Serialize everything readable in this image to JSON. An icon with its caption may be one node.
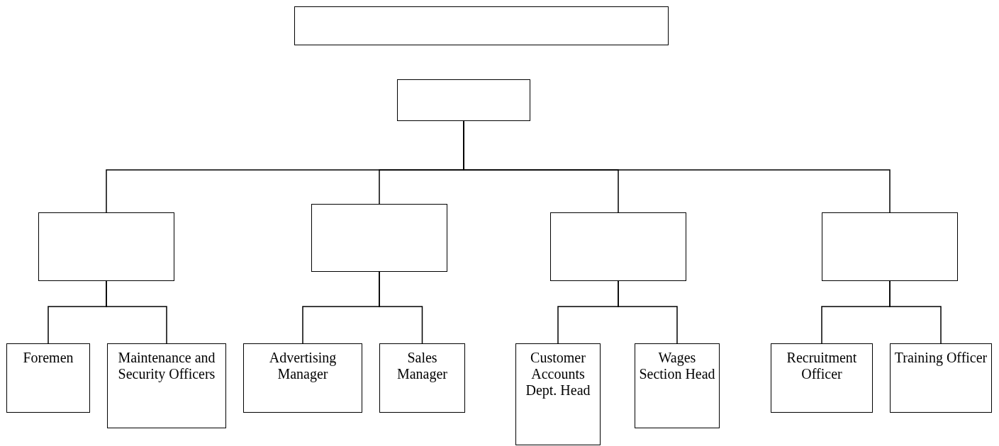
{
  "diagram": {
    "nodes": [
      {
        "text": [],
        "shape": "box"
      },
      {
        "text": [],
        "shape": "box"
      },
      {
        "text": [],
        "shape": "box"
      },
      {
        "text": [],
        "shape": "box"
      },
      {
        "text": [],
        "shape": "box"
      },
      {
        "text": [],
        "shape": "box"
      },
      {
        "text": [
          "Foremen"
        ]
      },
      {
        "text": [
          "Maintenance and Security Officers"
        ]
      },
      {
        "text": [
          "Advertising Manager"
        ]
      },
      {
        "text": [
          "Sales Manager"
        ]
      },
      {
        "text": [
          "Customer Accounts Dept. Head"
        ]
      },
      {
        "text": [
          "Wages Section Head"
        ]
      },
      {
        "text": [
          "Recruitment Officer"
        ]
      },
      {
        "text": [
          "Training Officer"
        ]
      }
    ],
    "edges": [
      {
        "from": 1,
        "to": 2,
        "arrow": "none"
      },
      {
        "from": 1,
        "to": 3,
        "arrow": "none"
      },
      {
        "from": 1,
        "to": 4,
        "arrow": "none"
      },
      {
        "from": 1,
        "to": 5,
        "arrow": "none"
      },
      {
        "from": 2,
        "to": 6,
        "arrow": "none"
      },
      {
        "from": 2,
        "to": 7,
        "arrow": "none"
      },
      {
        "from": 3,
        "to": 8,
        "arrow": "none"
      },
      {
        "from": 3,
        "to": 9,
        "arrow": "none"
      },
      {
        "from": 4,
        "to": 10,
        "arrow": "none"
      },
      {
        "from": 4,
        "to": 11,
        "arrow": "none"
      },
      {
        "from": 5,
        "to": 12,
        "arrow": "none"
      },
      {
        "from": 5,
        "to": 13,
        "arrow": "none"
      }
    ]
  }
}
